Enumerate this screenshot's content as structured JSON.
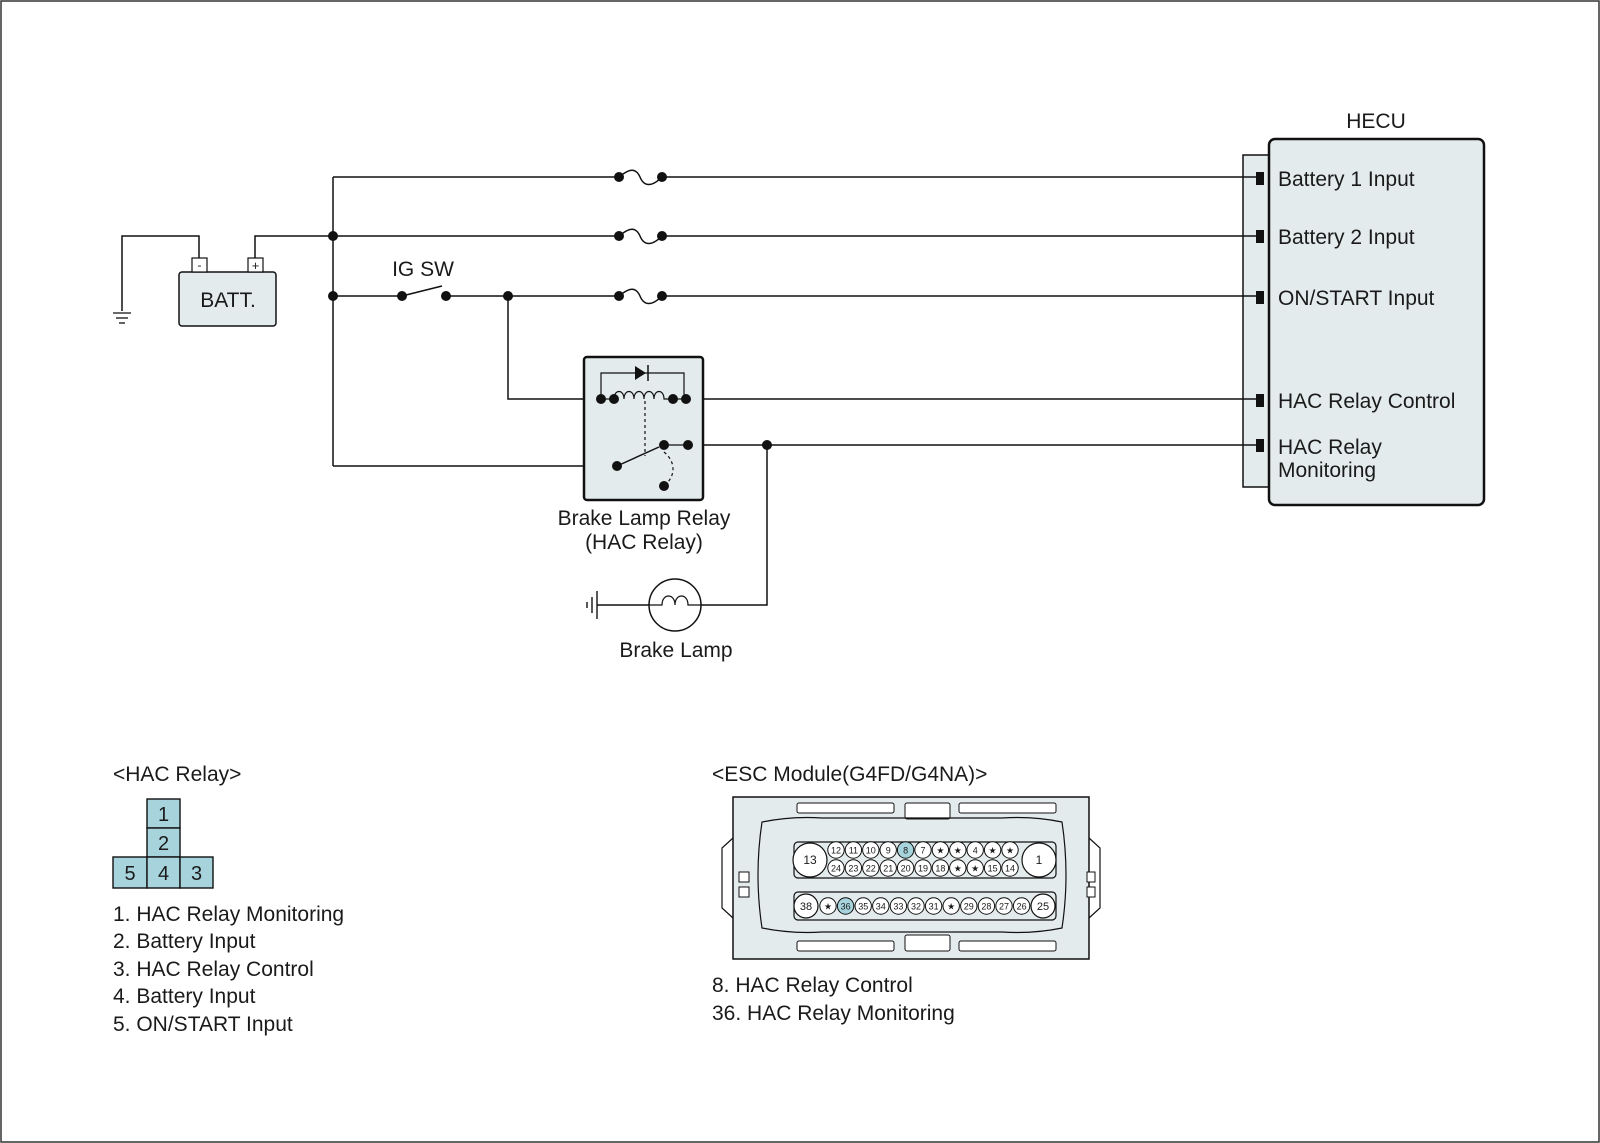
{
  "colors": {
    "panel_fill": "#e4ebec",
    "pin_highlight": "#a7d3dc",
    "line": "#111111"
  },
  "hecu": {
    "title": "HECU",
    "pins": [
      "Battery 1 Input",
      "Battery 2 Input",
      "ON/START Input",
      "HAC Relay Control",
      "HAC Relay",
      "Monitoring"
    ]
  },
  "battery": {
    "label": "BATT.",
    "neg": "-",
    "pos": "+"
  },
  "ig_switch": {
    "label": "IG SW"
  },
  "relay": {
    "label_line1": "Brake Lamp Relay",
    "label_line2": "(HAC Relay)"
  },
  "lamp": {
    "label": "Brake Lamp"
  },
  "hac_connector": {
    "title": "<HAC Relay>",
    "pins": [
      "1",
      "2",
      "5",
      "4",
      "3"
    ],
    "legend": [
      "1. HAC Relay Monitoring",
      "2. Battery Input",
      "3. HAC Relay Control",
      "4. Battery Input",
      "5. ON/START Input"
    ]
  },
  "esc_connector": {
    "title": "<ESC Module(G4FD/G4NA)>",
    "big_pins": [
      "13",
      "1",
      "38",
      "25"
    ],
    "row1": [
      "12",
      "11",
      "10",
      "9",
      "8",
      "7",
      "★",
      "★",
      "4",
      "★",
      "★"
    ],
    "row2": [
      "24",
      "23",
      "22",
      "21",
      "20",
      "19",
      "18",
      "★",
      "★",
      "15",
      "14"
    ],
    "row3": [
      "★",
      "36",
      "35",
      "34",
      "33",
      "32",
      "31",
      "★",
      "29",
      "28",
      "27",
      "26"
    ],
    "highlighted": [
      "8",
      "36"
    ],
    "legend": [
      "8. HAC Relay Control",
      "36. HAC Relay Monitoring"
    ]
  }
}
